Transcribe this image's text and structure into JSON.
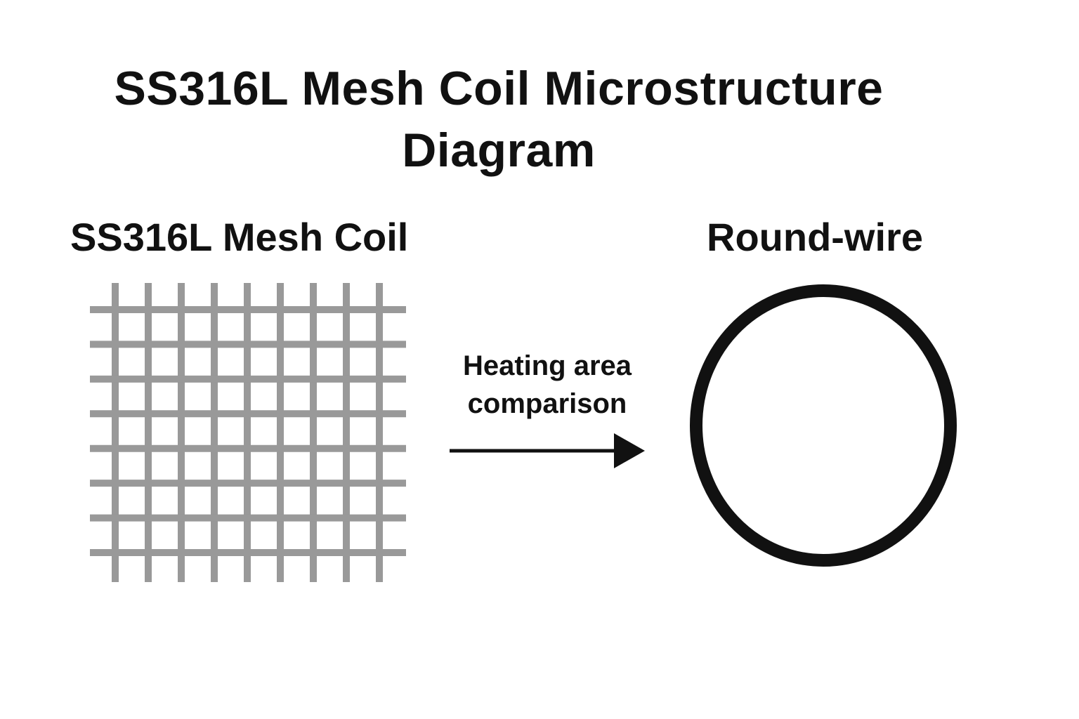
{
  "title": {
    "line1": "SS316L Mesh Coil Microstructure",
    "line2": "Diagram"
  },
  "mesh": {
    "label": "SS316L Mesh Coil",
    "vertical_wires": 9,
    "horizontal_wires": 8,
    "wire_color": "#999999"
  },
  "arrow": {
    "caption_line1": "Heating area",
    "caption_line2": "comparison",
    "color": "#111111"
  },
  "round_wire": {
    "label": "Round-wire",
    "stroke_color": "#111111"
  }
}
